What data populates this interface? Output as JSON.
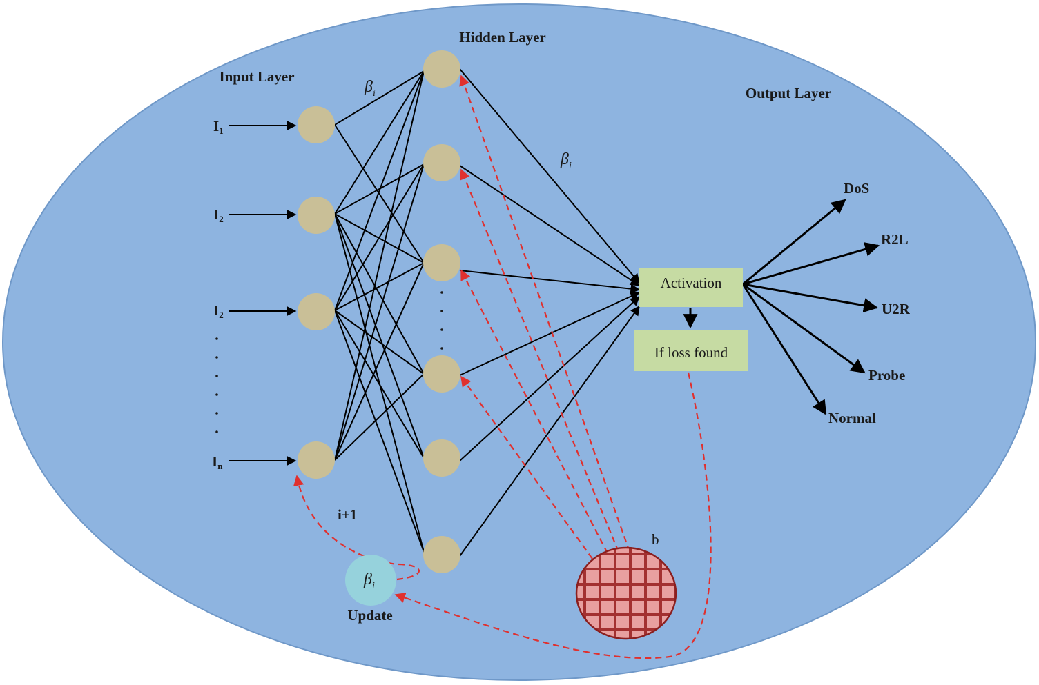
{
  "layers": {
    "input": "Input Layer",
    "hidden": "Hidden Layer",
    "output": "Output Layer"
  },
  "inputs": [
    "I",
    "I",
    "I",
    "I"
  ],
  "input_subscripts": [
    "1",
    "2",
    "2",
    "n"
  ],
  "weight_symbol": "β",
  "weight_subscript": "i",
  "activation": "Activation",
  "loss": "If loss found",
  "bias": "b",
  "iteration": "i+1",
  "update": "Update",
  "outputs": [
    "DoS",
    "R2L",
    "U2R",
    "Probe",
    "Normal"
  ],
  "colors": {
    "background": "#8eb4e0",
    "node": "#c9bf97",
    "box": "#c6dba3",
    "update_node": "#96d2dc",
    "bias_fill": "#e8a0a0",
    "bias_grid": "#a33030",
    "arrow_dashed": "#e0302e"
  }
}
